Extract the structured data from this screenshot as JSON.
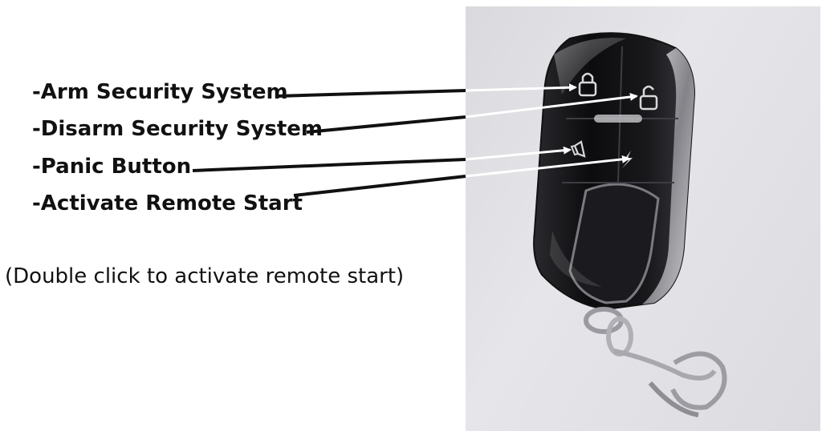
{
  "labels": {
    "arm": "-Arm Security System",
    "disarm": "-Disarm Security System",
    "panic": "-Panic Button",
    "remote_start": "-Activate Remote Start"
  },
  "note": "(Double click to activate remote start)",
  "photo": {
    "subject": "car-key-fob",
    "icons": [
      "lock-closed-icon",
      "lock-open-icon",
      "horn-icon",
      "lightning-icon"
    ],
    "colors": {
      "background": "#e2e2e6",
      "fob_body": "#101012",
      "chrome": "#b8b8bc",
      "arrow_white": "#ffffff",
      "arrow_black": "#111111"
    }
  }
}
